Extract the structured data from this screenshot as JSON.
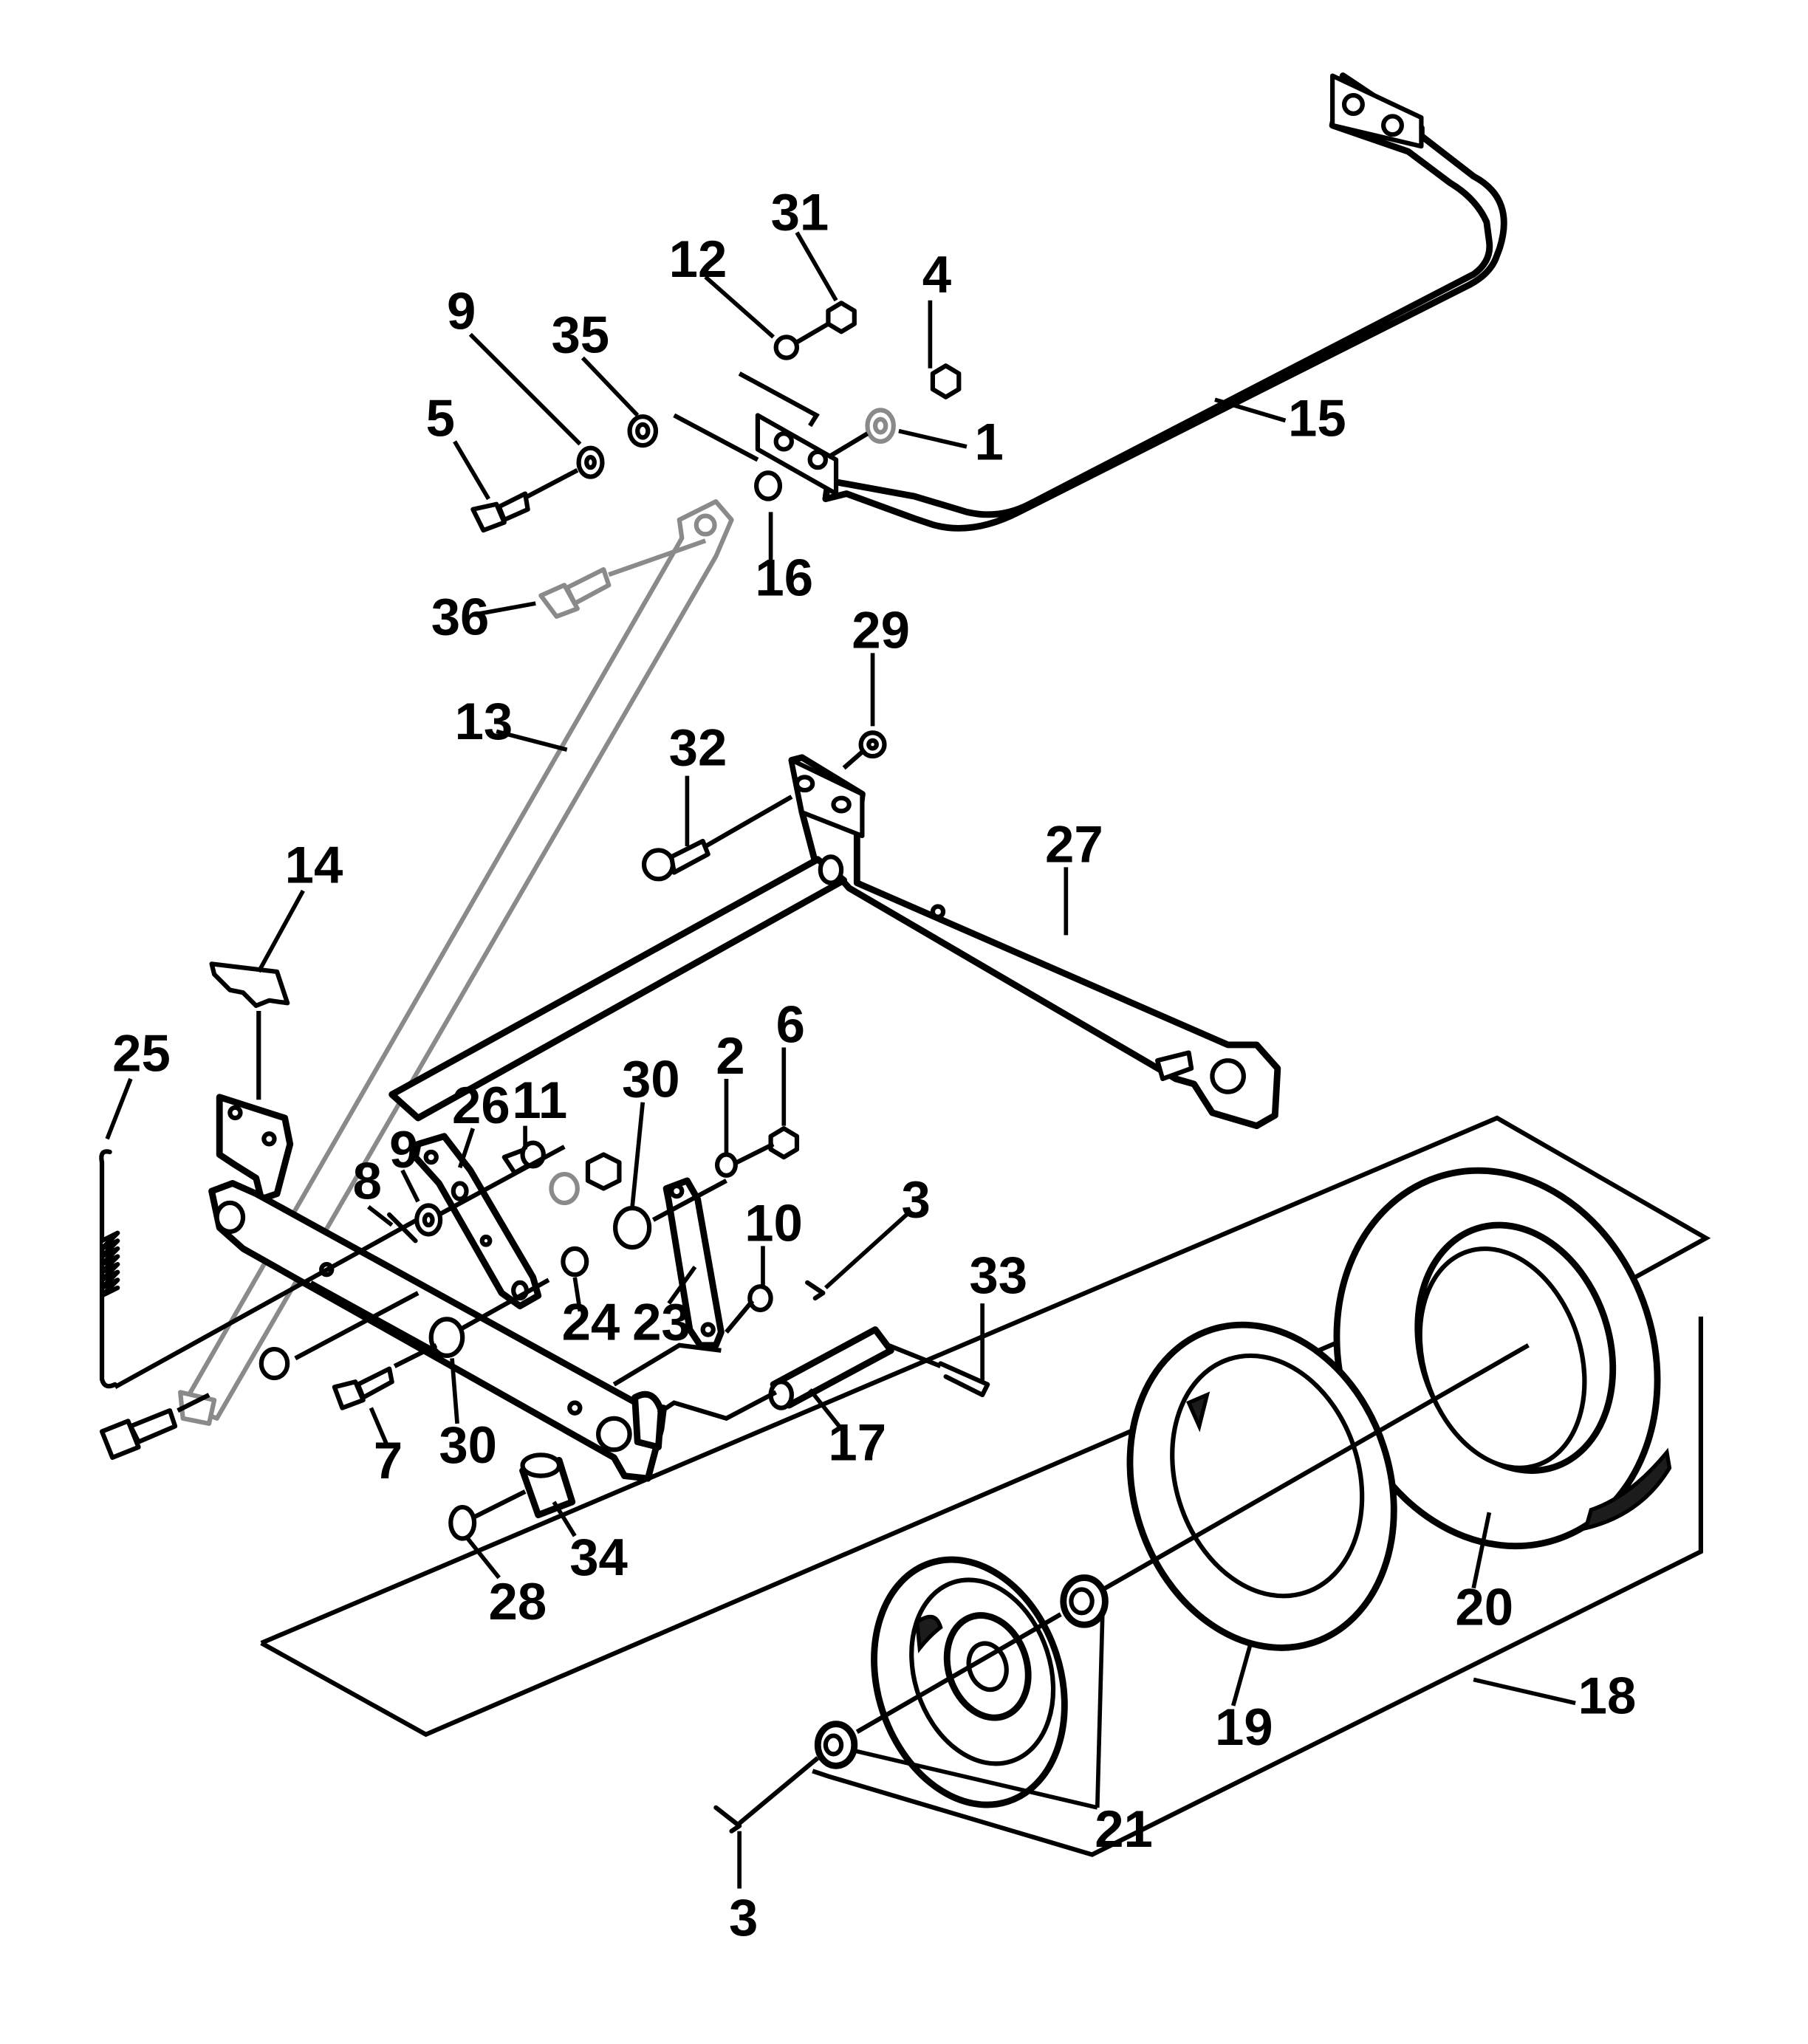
{
  "callouts": {
    "n1": "1",
    "n2": "2",
    "n3a": "3",
    "n3b": "3",
    "n4": "4",
    "n5": "5",
    "n6": "6",
    "n7": "7",
    "n8": "8",
    "n9a": "9",
    "n9b": "9",
    "n10": "10",
    "n11": "11",
    "n12": "12",
    "n13": "13",
    "n14": "14",
    "n15": "15",
    "n16": "16",
    "n17": "17",
    "n18": "18",
    "n19": "19",
    "n20": "20",
    "n21": "21",
    "n23": "23",
    "n24": "24",
    "n25": "25",
    "n26": "26",
    "n27": "27",
    "n28": "28",
    "n29": "29",
    "n30a": "30",
    "n30b": "30",
    "n31": "31",
    "n32": "32",
    "n33": "33",
    "n34": "34",
    "n35": "35",
    "n36": "36"
  },
  "colors": {
    "line": "#000000",
    "faint": "#8a8a8a",
    "background": "#ffffff"
  }
}
